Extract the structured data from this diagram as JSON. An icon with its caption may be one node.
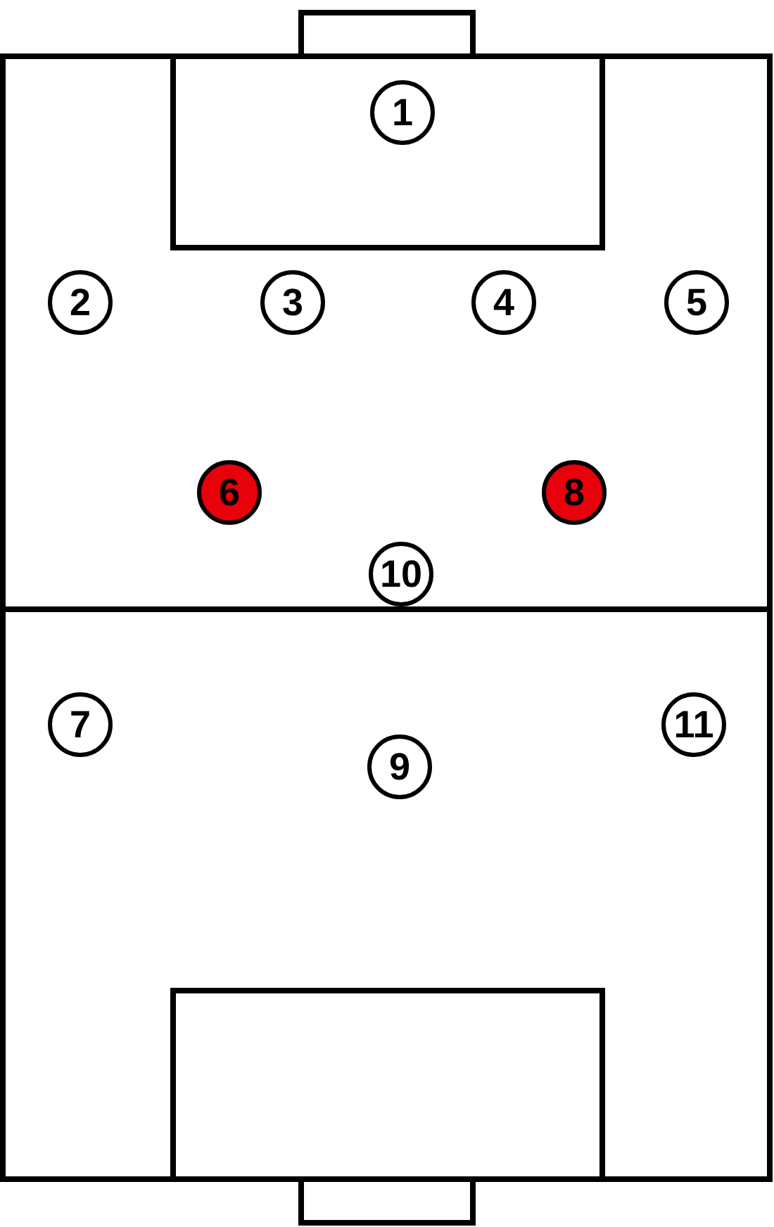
{
  "diagram": {
    "nodes": [
      {
        "text": [
          "1"
        ]
      },
      {
        "text": [
          "2"
        ]
      },
      {
        "text": [
          "3"
        ]
      },
      {
        "text": [
          "4"
        ]
      },
      {
        "text": [
          "5"
        ]
      },
      {
        "text": [
          "6"
        ]
      },
      {
        "text": [
          "8"
        ]
      },
      {
        "text": [
          "10"
        ]
      },
      {
        "text": [
          "7"
        ]
      },
      {
        "text": [
          "11"
        ]
      },
      {
        "text": [
          "9"
        ]
      }
    ]
  }
}
